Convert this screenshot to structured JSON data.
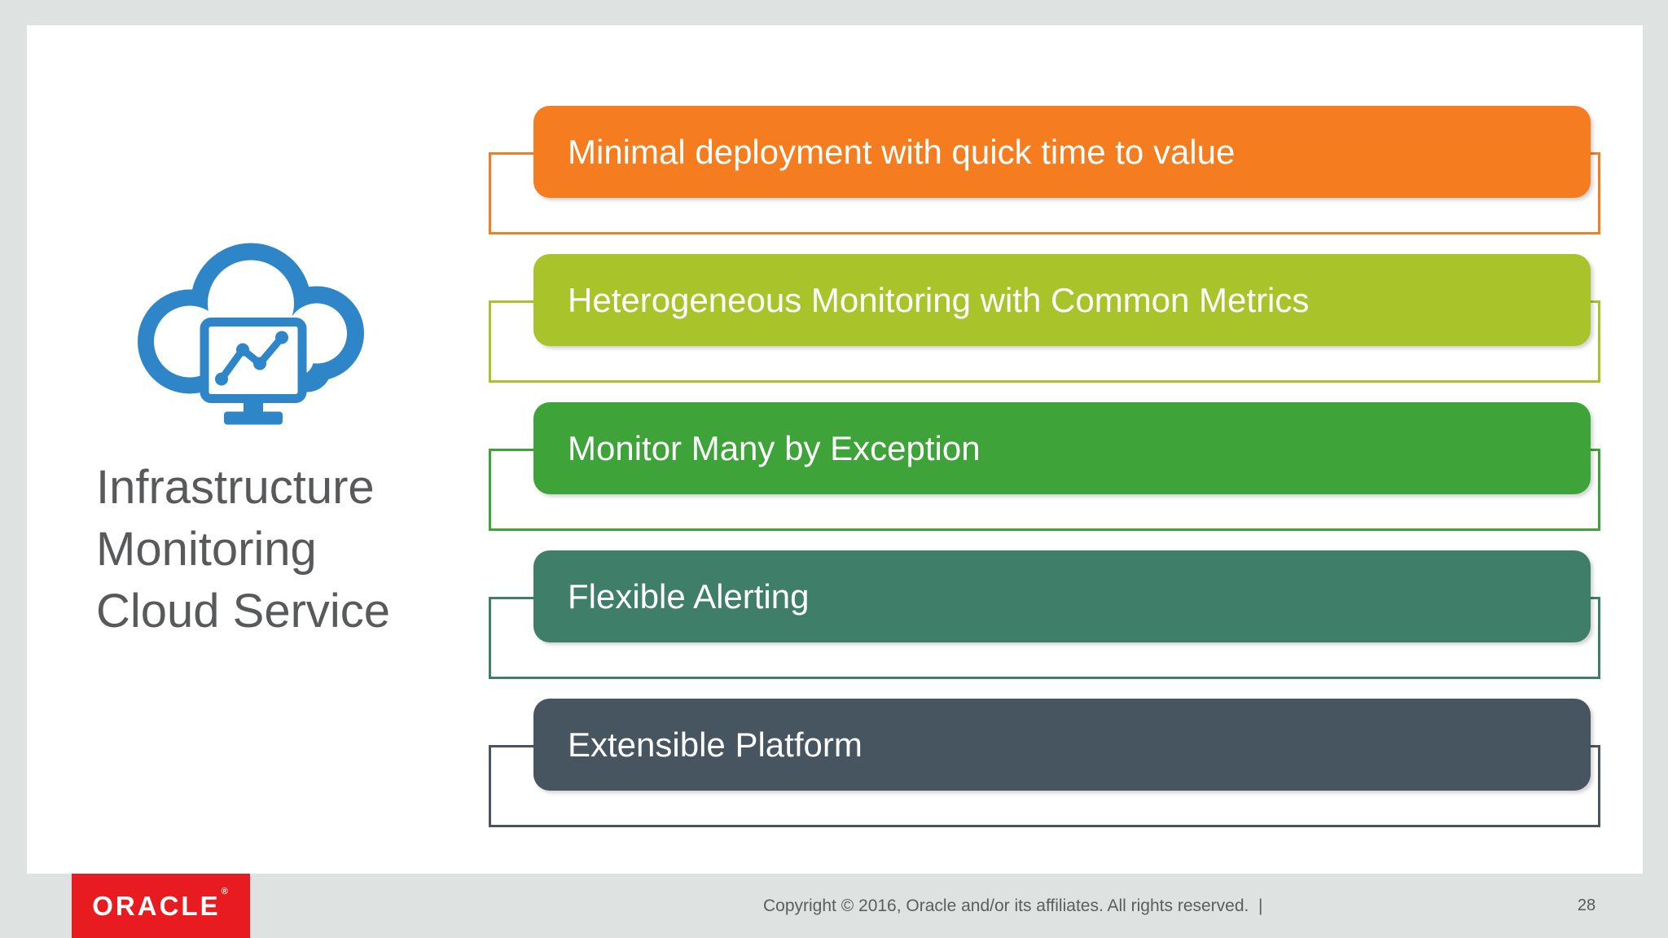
{
  "slide": {
    "title_lines": [
      "Infrastructure",
      "Monitoring",
      "Cloud Service"
    ],
    "icon": "cloud-monitoring-icon",
    "icon_color": "#2e86c8",
    "bars": [
      {
        "label": "Minimal deployment with quick time to value",
        "color": "#f57d20"
      },
      {
        "label": "Heterogeneous Monitoring with Common Metrics",
        "color": "#a9c32b"
      },
      {
        "label": "Monitor Many by Exception",
        "color": "#3ea339"
      },
      {
        "label": "Flexible Alerting",
        "color": "#3f7e69"
      },
      {
        "label": "Extensible Platform",
        "color": "#465560"
      }
    ]
  },
  "footer": {
    "logo_text": "ORACLE",
    "logo_reg": "®",
    "logo_color": "#e81c20",
    "copyright": "Copyright © 2016, Oracle and/or its affiliates. All rights reserved.  |",
    "page_number": "28"
  },
  "colors": {
    "background": "#dee3e1",
    "slide": "#ffffff",
    "title_text": "#58595b",
    "footer_text": "#5a5f5d"
  }
}
